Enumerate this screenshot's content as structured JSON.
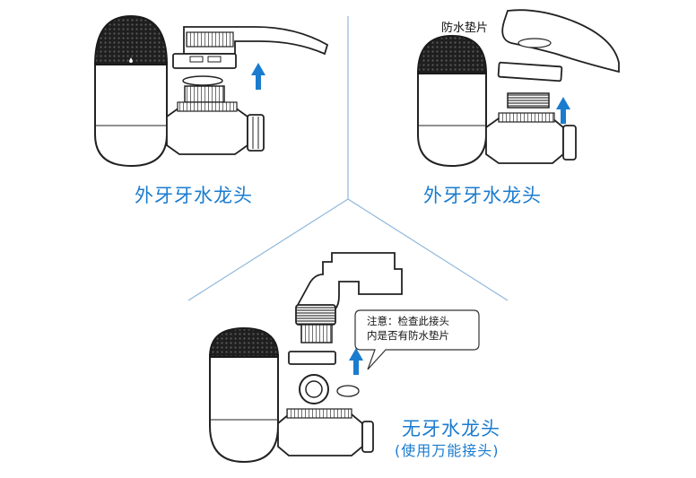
{
  "panels": {
    "top_left": {
      "caption": "外牙牙水龙头"
    },
    "top_right": {
      "caption": "外牙牙水龙头",
      "gasket_label": "防水垫片"
    },
    "bottom": {
      "caption": "无牙水龙头",
      "subcaption": "(使用万能接头)",
      "callout": [
        "注意：检查此接头",
        "内是否有防水垫片"
      ]
    }
  },
  "colors": {
    "accent": "#1a7ccf",
    "divider": "#8fb8dc",
    "filter_cap": "#1a1a1a",
    "outline": "#222222"
  },
  "icons": [
    "up-arrow-icon",
    "speech-callout"
  ]
}
